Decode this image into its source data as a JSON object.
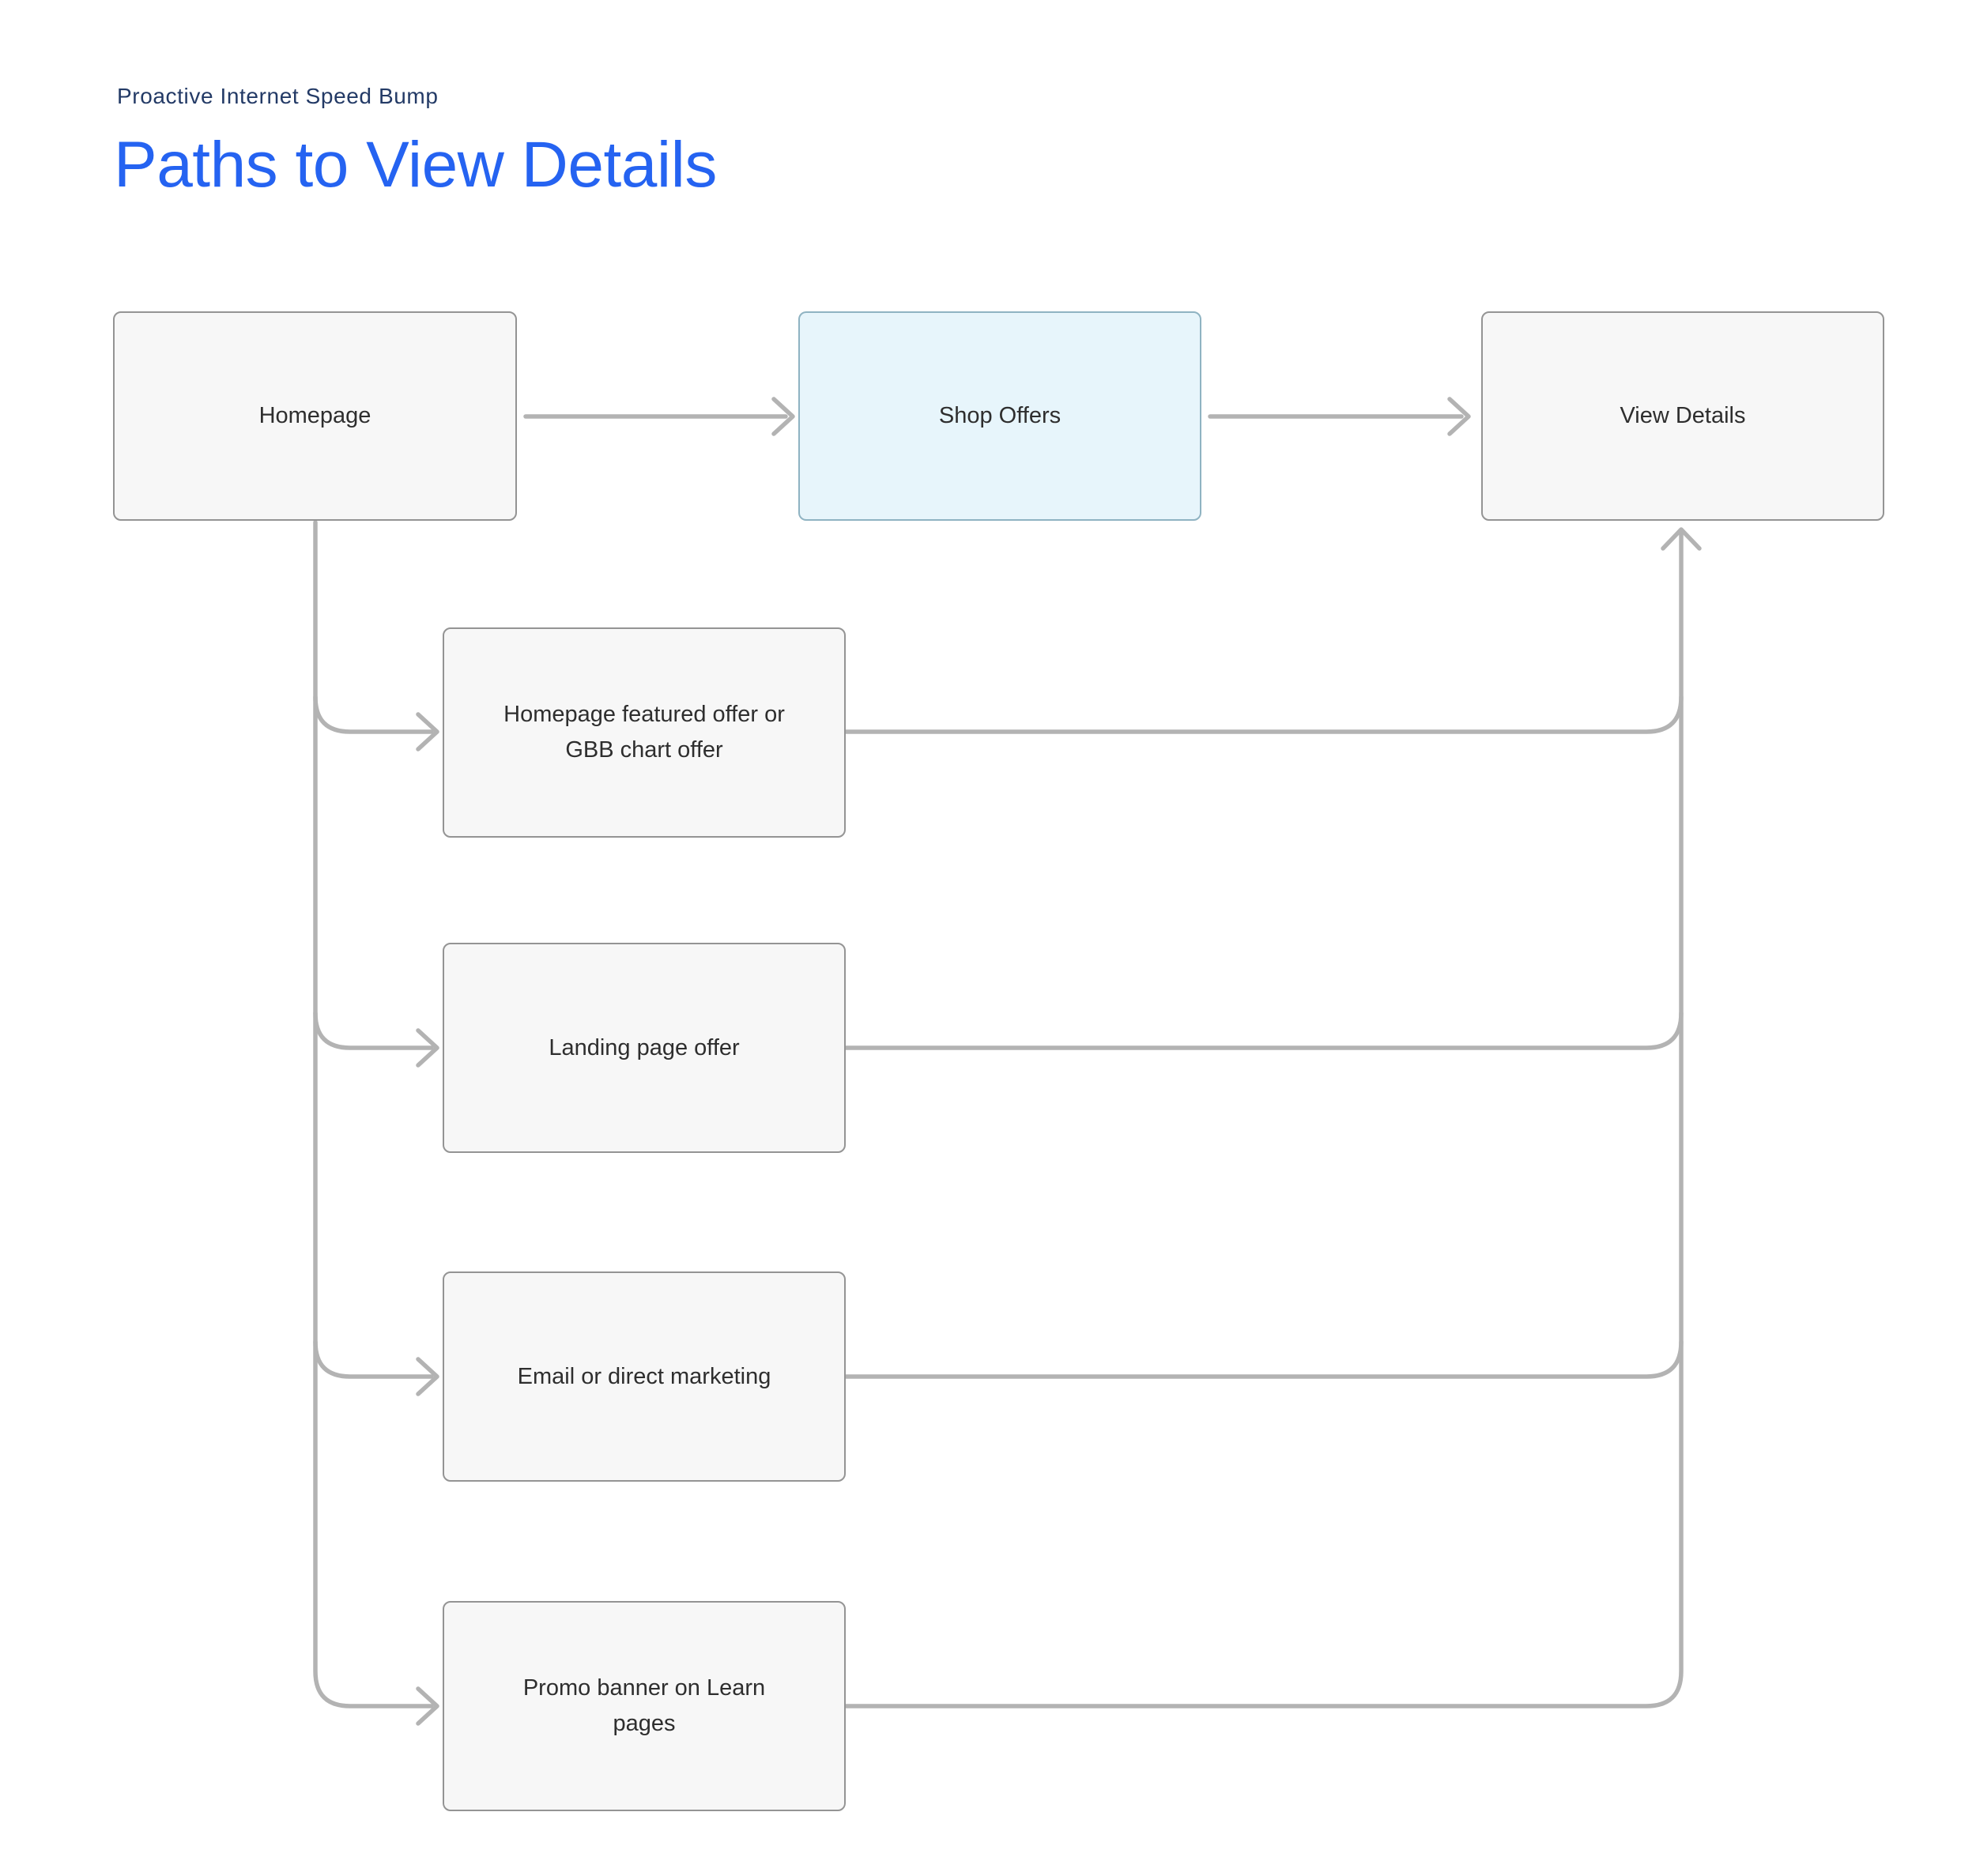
{
  "header": {
    "eyebrow": "Proactive Internet Speed Bump",
    "title": "Paths to View Details"
  },
  "colors": {
    "title_accent": "#2563f1",
    "eyebrow_text": "#233a66",
    "node_fill": "#f7f7f7",
    "node_border": "#949494",
    "highlight_fill": "#e7f5fb",
    "highlight_border": "#8fb3c2",
    "connector": "#b3b3b3",
    "node_text": "#2e2e2e"
  },
  "nodes": {
    "homepage": {
      "label": "Homepage"
    },
    "shop_offers": {
      "label": "Shop Offers",
      "highlighted": true
    },
    "view_details": {
      "label": "View Details"
    },
    "featured_offer": {
      "label": "Homepage featured offer or\nGBB chart offer"
    },
    "landing_offer": {
      "label": "Landing page offer"
    },
    "email_direct": {
      "label": "Email or direct marketing"
    },
    "promo_banner": {
      "label": "Promo banner on Learn\npages"
    }
  },
  "edges": [
    {
      "from": "Homepage",
      "to": "Shop Offers"
    },
    {
      "from": "Shop Offers",
      "to": "View Details"
    },
    {
      "from": "Homepage",
      "to": "Homepage featured offer or GBB chart offer"
    },
    {
      "from": "Homepage",
      "to": "Landing page offer"
    },
    {
      "from": "Homepage",
      "to": "Email or direct marketing"
    },
    {
      "from": "Homepage",
      "to": "Promo banner on Learn pages"
    },
    {
      "from": "Homepage featured offer or GBB chart offer",
      "to": "View Details"
    },
    {
      "from": "Landing page offer",
      "to": "View Details"
    },
    {
      "from": "Email or direct marketing",
      "to": "View Details"
    },
    {
      "from": "Promo banner on Learn pages",
      "to": "View Details"
    }
  ]
}
